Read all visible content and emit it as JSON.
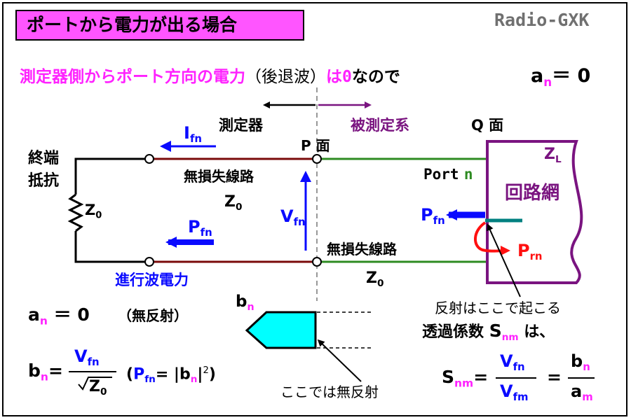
{
  "title": "ポートから電力が出る場合",
  "brand": "Radio-GXK",
  "headline": {
    "text_magenta": "測定器側からポート方向の電力",
    "paren_text": "（後退波）",
    "text_wa": "は",
    "zero": "0",
    "text_tail": "なので",
    "an_base": "a",
    "an_sub": "n",
    "an_eq": "＝ 0"
  },
  "labels": {
    "measuring_device": "測定器",
    "dut": "被測定系",
    "p_plane": "P 面",
    "q_plane": "Q 面",
    "termination_line1": "終端",
    "termination_line2": "抵抗",
    "line_left": "無損失線路",
    "line_right": "無損失線路",
    "z0_base": "Z",
    "z0_sub": "0",
    "port_label": "Port",
    "port_n": "n",
    "network": "回路網",
    "zl_base": "Z",
    "zl_sub": "L",
    "traveling_power": "進行波電力",
    "reflection_here": "反射はここで起こる",
    "no_reflection_here": "ここでは無反射",
    "bn_base": "b",
    "bn_sub": "n"
  },
  "symbols": {
    "I": "I",
    "I_sub": "fn",
    "P": "P",
    "P_sub": "fn",
    "V": "V",
    "V_sub": "fn",
    "Pr": "P",
    "Pr_sub": "rn"
  },
  "equations": {
    "an0_base": "a",
    "an0_sub": "n",
    "an0_rest": "＝ 0",
    "no_reflection": "（無反射）",
    "bn_base": "b",
    "bn_sub": "n",
    "eq": "=",
    "num_base": "V",
    "num_sub": "fn",
    "den_base": "Z",
    "den_sub": "0",
    "paren_open": "(",
    "pfn_base": "P",
    "pfn_sub": "fn",
    "pfn_eq": "= |b",
    "pfn_bsub": "n",
    "pfn_close": "|",
    "pfn_exp": "2",
    "paren_close": ")",
    "transmission_label": "透過係数",
    "snm_base": "S",
    "snm_sub": "nm",
    "wa": "は、",
    "s2_base": "S",
    "s2_sub": "nm",
    "v1_base": "V",
    "v1_sub": "fn",
    "v2_base": "V",
    "v2_sub": "fm",
    "eq2": "=",
    "b_base": "b",
    "b_sub": "n",
    "a_base": "a",
    "a_sub": "m"
  },
  "colors": {
    "magenta": "#ff22ff",
    "title_bg": "#ff55ff",
    "blue": "#0a0aff",
    "purple": "#7a1480",
    "green": "#2e8b22",
    "dark_red": "#7a0a0a",
    "red": "#ff1010",
    "cyan": "#00ffff",
    "teal": "#008080",
    "gray": "#707070"
  }
}
